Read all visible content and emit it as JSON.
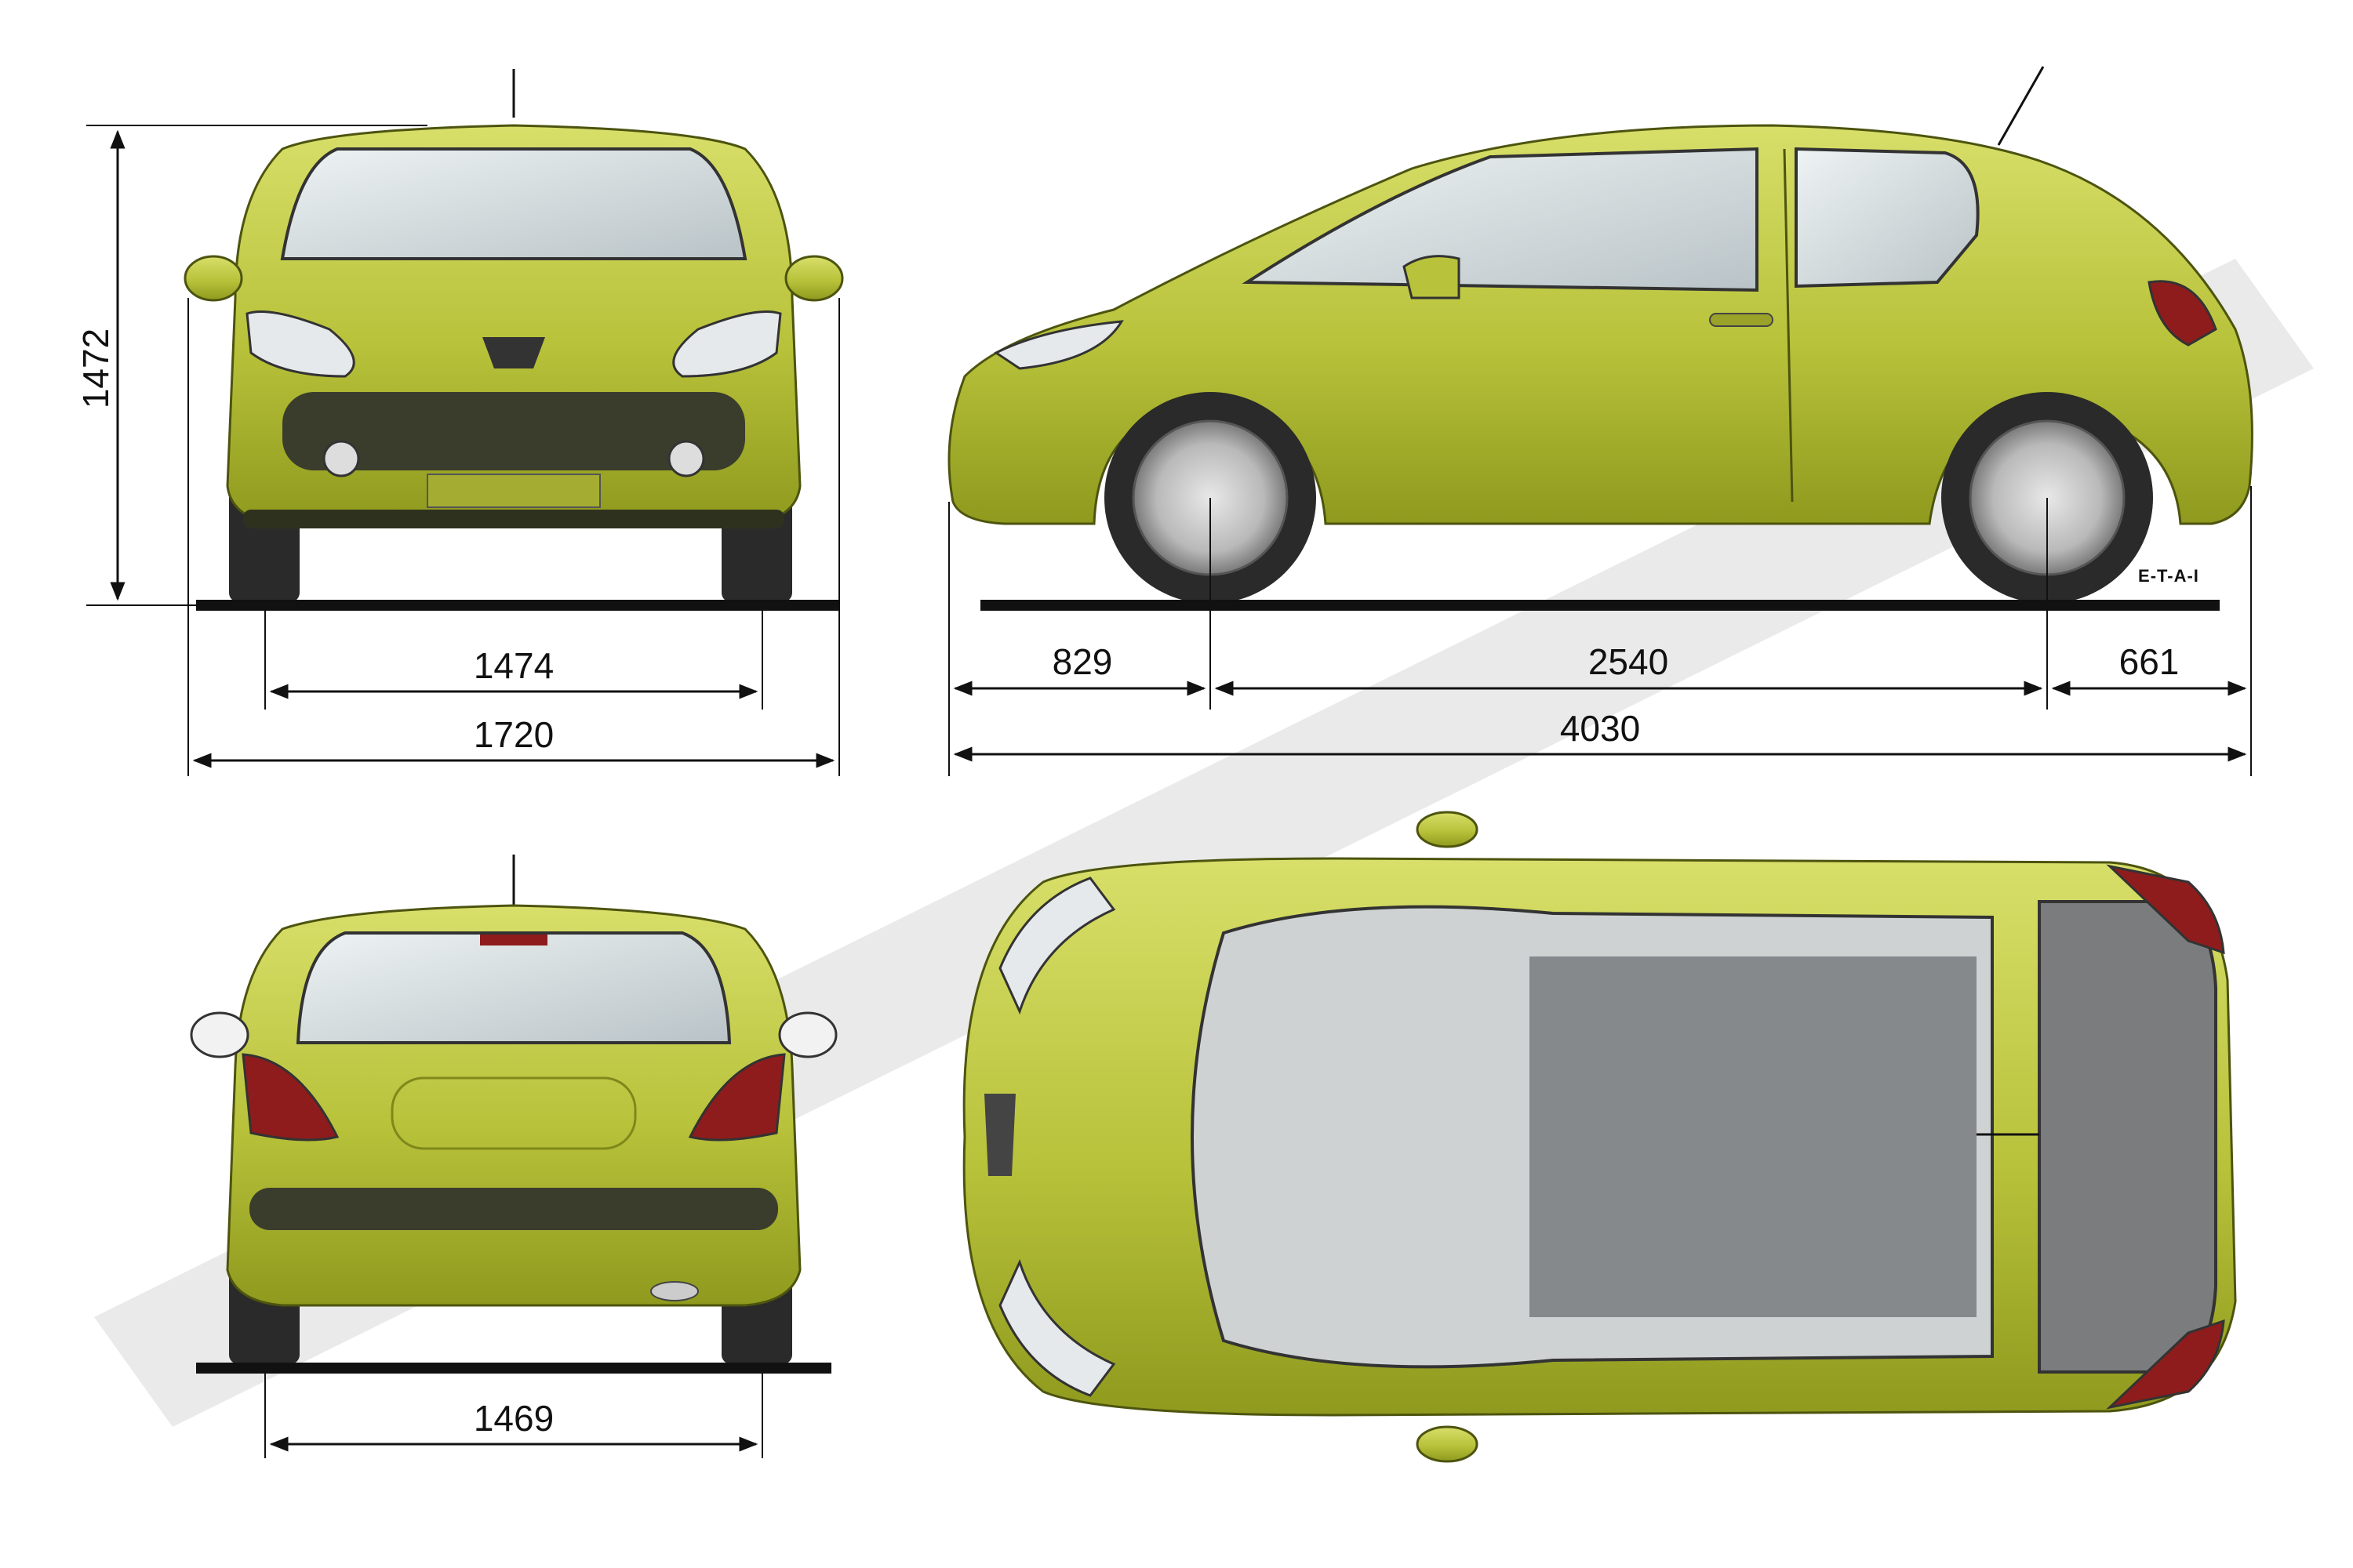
{
  "drawing": {
    "credit": "E-T-A-I",
    "body_color": "#b8c23a",
    "body_shade": "#8f9a1e",
    "glass_color": "#d9e1e4",
    "tire_color": "#2a2a2a",
    "watermark_color": "#d9d9d9"
  },
  "dimensions": {
    "height": "1472",
    "front_track": "1474",
    "overall_width": "1720",
    "front_overhang": "829",
    "wheelbase": "2540",
    "rear_overhang": "661",
    "overall_length": "4030",
    "rear_track": "1469"
  },
  "views": [
    "front",
    "side",
    "rear",
    "top"
  ]
}
